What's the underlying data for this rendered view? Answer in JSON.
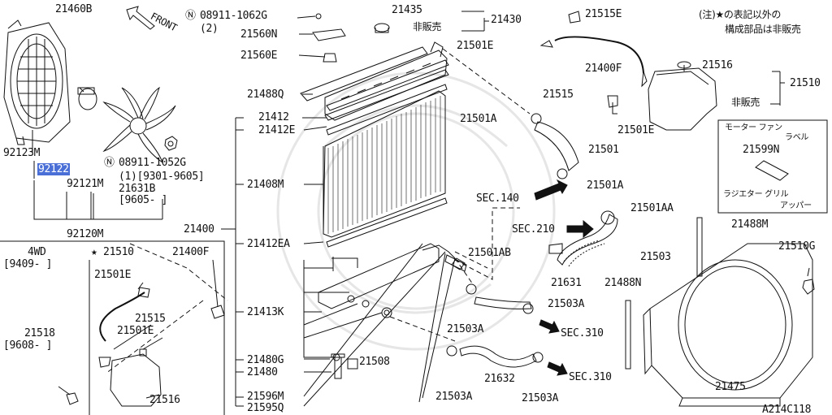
{
  "diagram": {
    "corner_code": "A214C118",
    "front_label": "FRONT",
    "note_line1": "(注)★の表記以外の",
    "note_line2": "構成部品は非販売",
    "colors": {
      "line": "#111111",
      "highlight": "#4a6fd6",
      "highlight_text": "#ffffff",
      "watermark": "#e6e6e6"
    }
  },
  "parts": {
    "p21460B": "21460B",
    "p08911_1062G": "08911-1062G",
    "p08911_1062G_qty": "(2)",
    "p21560N": "21560N",
    "p21560E": "21560E",
    "p21488Q": "21488Q",
    "p21412": "21412",
    "p21412E": "21412E",
    "p21408M": "21408M",
    "p21400": "21400",
    "p21412EA": "21412EA",
    "p21413K": "21413K",
    "p21480G": "21480G",
    "p21480": "21480",
    "p21508": "21508",
    "p21596M": "21596M",
    "p21595Q": "21595Q",
    "p92123M": "92123M",
    "p92122": "92122",
    "p92121M": "92121M",
    "p92120M": "92120M",
    "p08911_1052G": "08911-1052G",
    "p08911_1052G_range": "(1)[9301-9605]",
    "p21631B": "21631B",
    "p21631B_range": "[9605-     ]",
    "p21435": "21435",
    "p21430": "21430",
    "p21435_note": "非販売",
    "p21515E": "21515E",
    "p21501E": "21501E",
    "p21515": "21515",
    "p21400F": "21400F",
    "p21501E_b": "21501E",
    "p21516": "21516",
    "p21510": "21510",
    "p21510_note": "非販売",
    "p21501A": "21501A",
    "p21501": "21501",
    "p21501A_b": "21501A",
    "sec140": "SEC.140",
    "sec210": "SEC.210",
    "p21501AA": "21501AA",
    "p21501AB": "21501AB",
    "p21503": "21503",
    "p21631": "21631",
    "p21503A_1": "21503A",
    "p21503A_2": "21503A",
    "sec310_1": "SEC.310",
    "p21632": "21632",
    "sec310_2": "SEC.310",
    "p21503A_3": "21503A",
    "p21503A_4": "21503A",
    "p21488M": "21488M",
    "p21488N": "21488N",
    "p21510G": "21510G",
    "p21475": "21475"
  },
  "label_box": {
    "motor_fan_label": "モーター ファン",
    "label_word": "ラベル",
    "part": "21599N",
    "grill_label": "ラジエター グリル",
    "upper_label": "アッパー"
  },
  "inset_4wd": {
    "title": "4WD",
    "range": "[9409-     ]",
    "star_part": "★ 21510",
    "p21400F": "21400F",
    "p21501E": "21501E",
    "p21515": "21515",
    "p21501E_b": "21501E",
    "p21518": "21518",
    "p21518_range": "[9608-     ]",
    "p21516": "21516"
  }
}
